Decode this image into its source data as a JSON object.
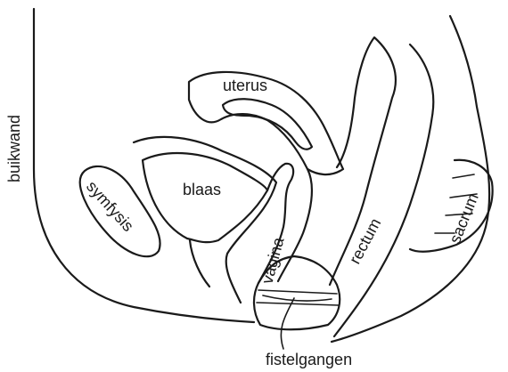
{
  "labels": {
    "abdominal_wall": "buikwand",
    "uterus": "uterus",
    "symphysis": "symfysis",
    "bladder": "blaas",
    "vagina": "vagina",
    "rectum": "rectum",
    "sacrum": "sacrum",
    "fistulas": "fistelgangen"
  },
  "colors": {
    "ink": "#1a1a1a",
    "background": "#ffffff"
  }
}
